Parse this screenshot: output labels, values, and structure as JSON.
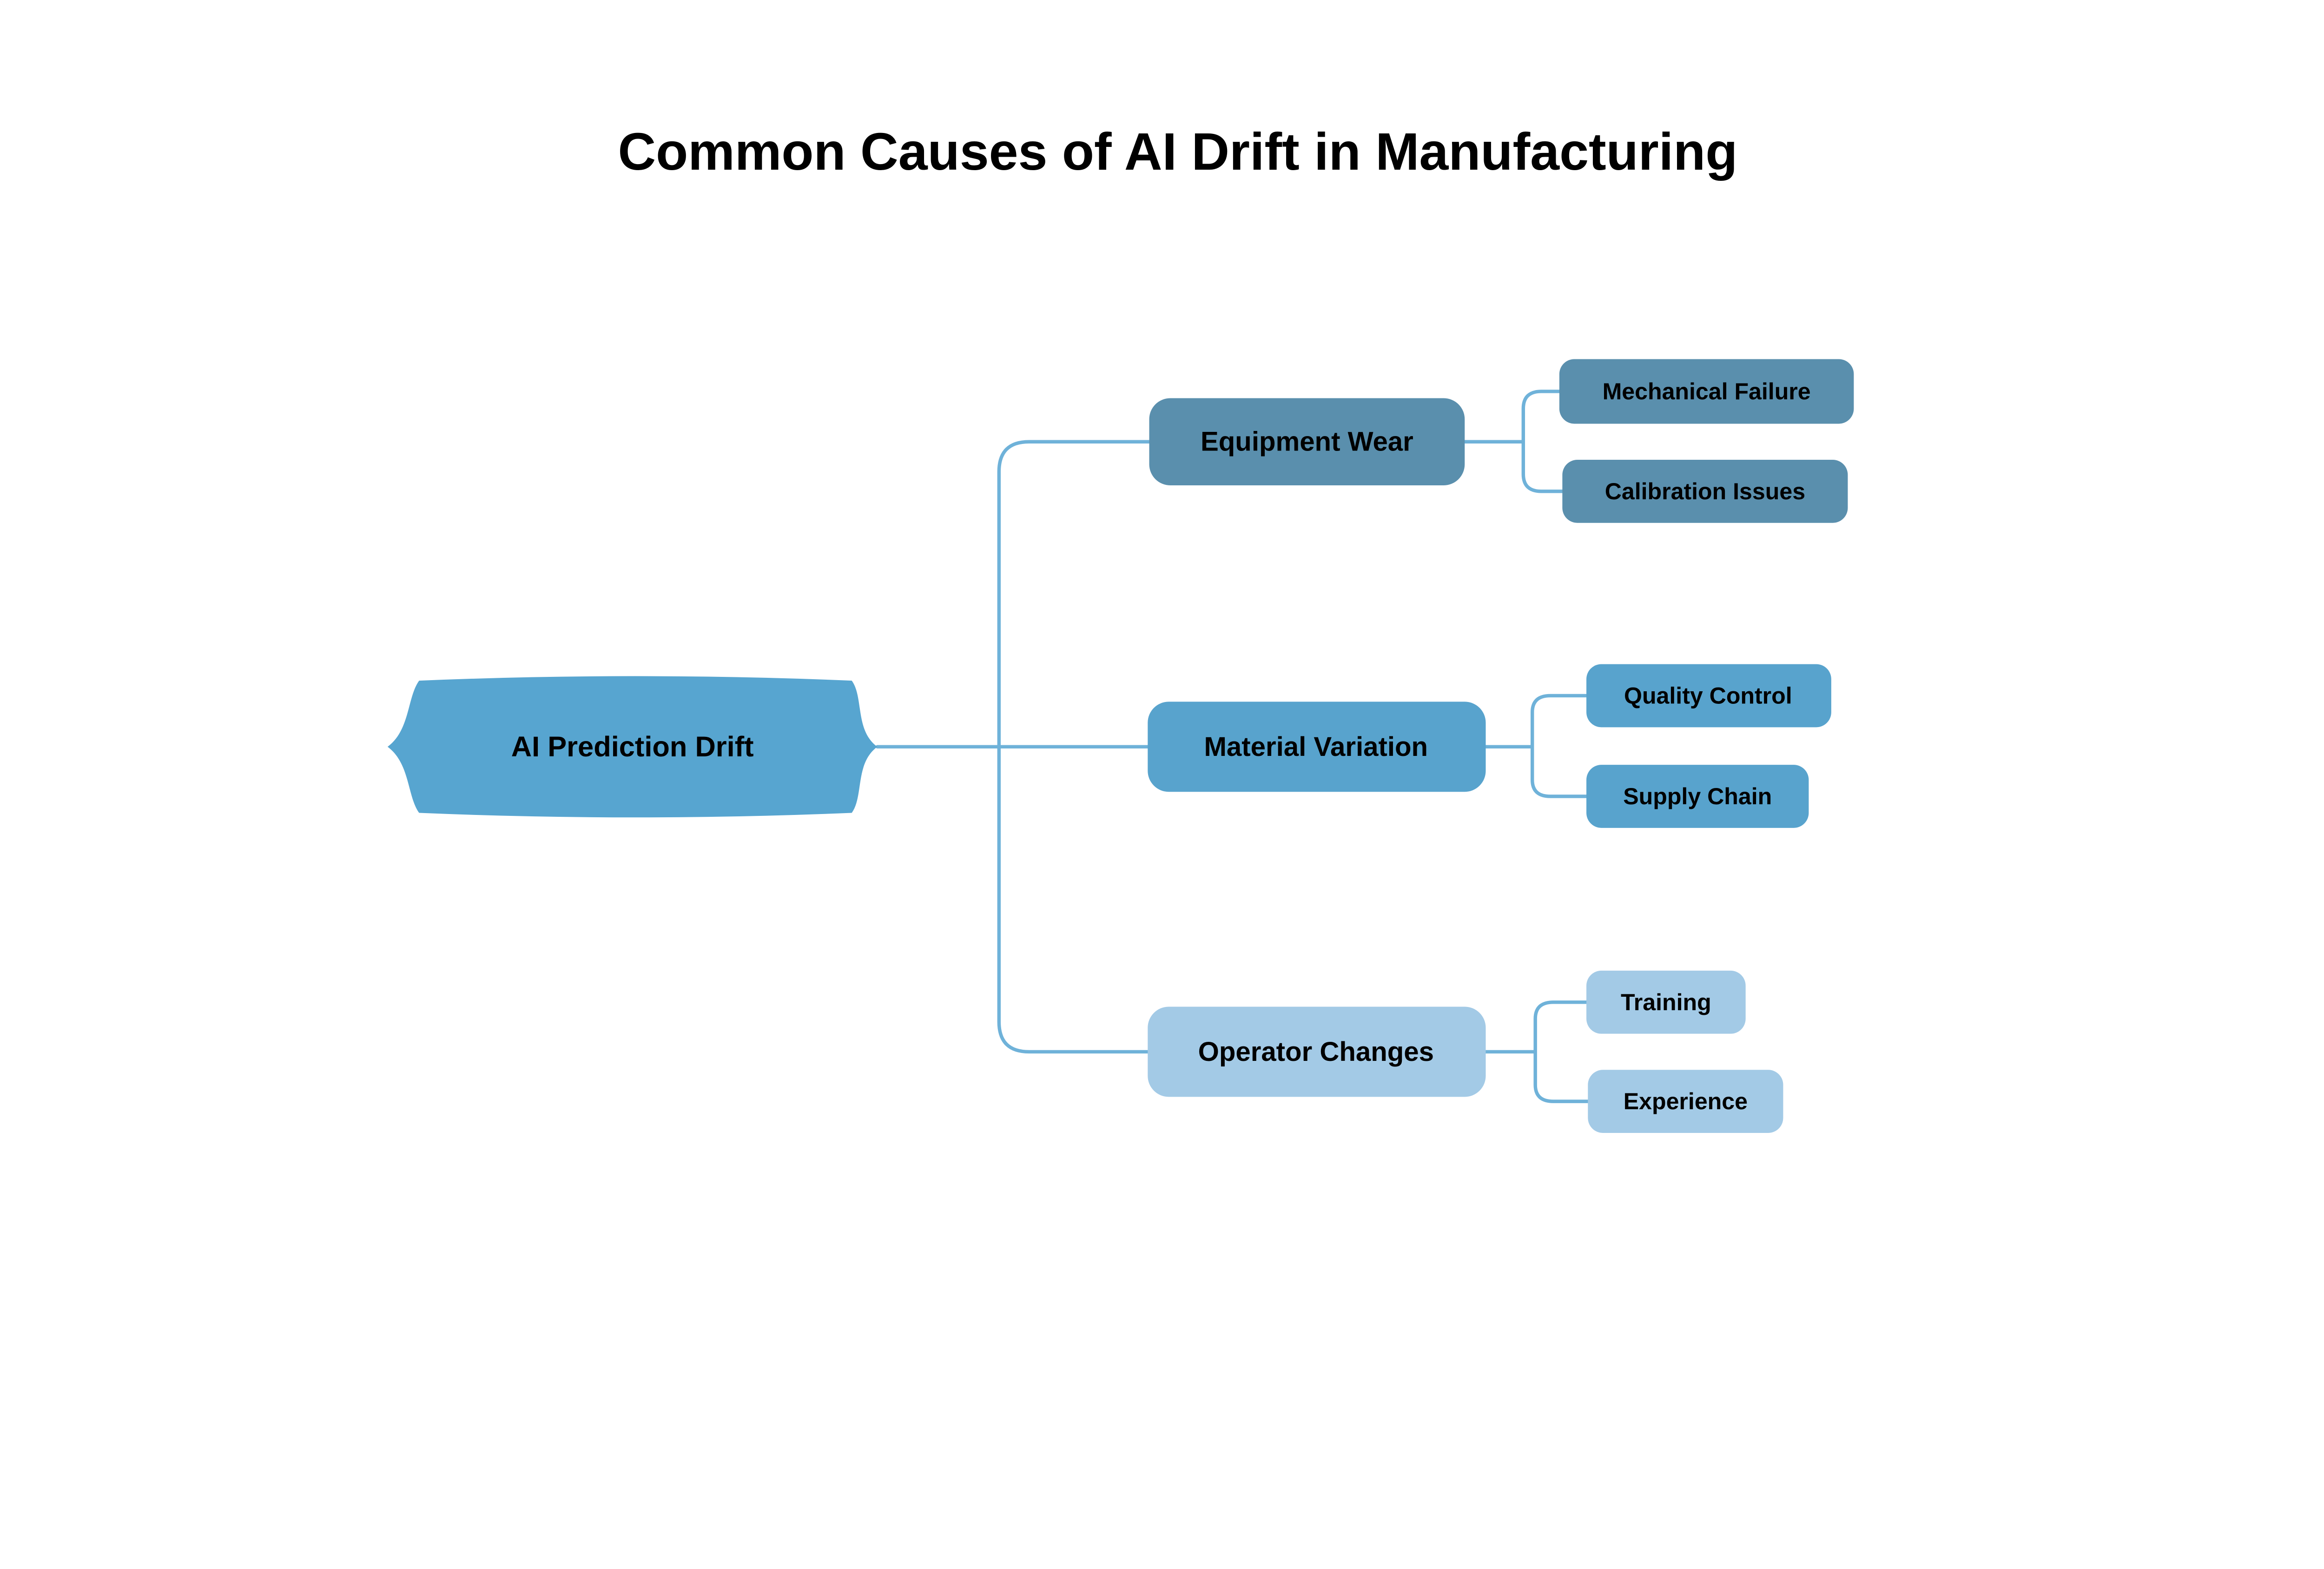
{
  "title": "Common Causes of AI Drift in Manufacturing",
  "root": {
    "label": "AI Prediction Drift",
    "color": "#57a5d0"
  },
  "branches": [
    {
      "label": "Equipment Wear",
      "color": "#5a8fad",
      "children": [
        {
          "label": "Mechanical Failure"
        },
        {
          "label": "Calibration Issues"
        }
      ]
    },
    {
      "label": "Material Variation",
      "color": "#58a3cd",
      "children": [
        {
          "label": "Quality Control"
        },
        {
          "label": "Supply Chain"
        }
      ]
    },
    {
      "label": "Operator Changes",
      "color": "#a3cae6",
      "children": [
        {
          "label": "Training"
        },
        {
          "label": "Experience"
        }
      ]
    }
  ],
  "colors": {
    "background": "#ffffff",
    "connector": "#6fb2d9",
    "text": "#000000"
  }
}
